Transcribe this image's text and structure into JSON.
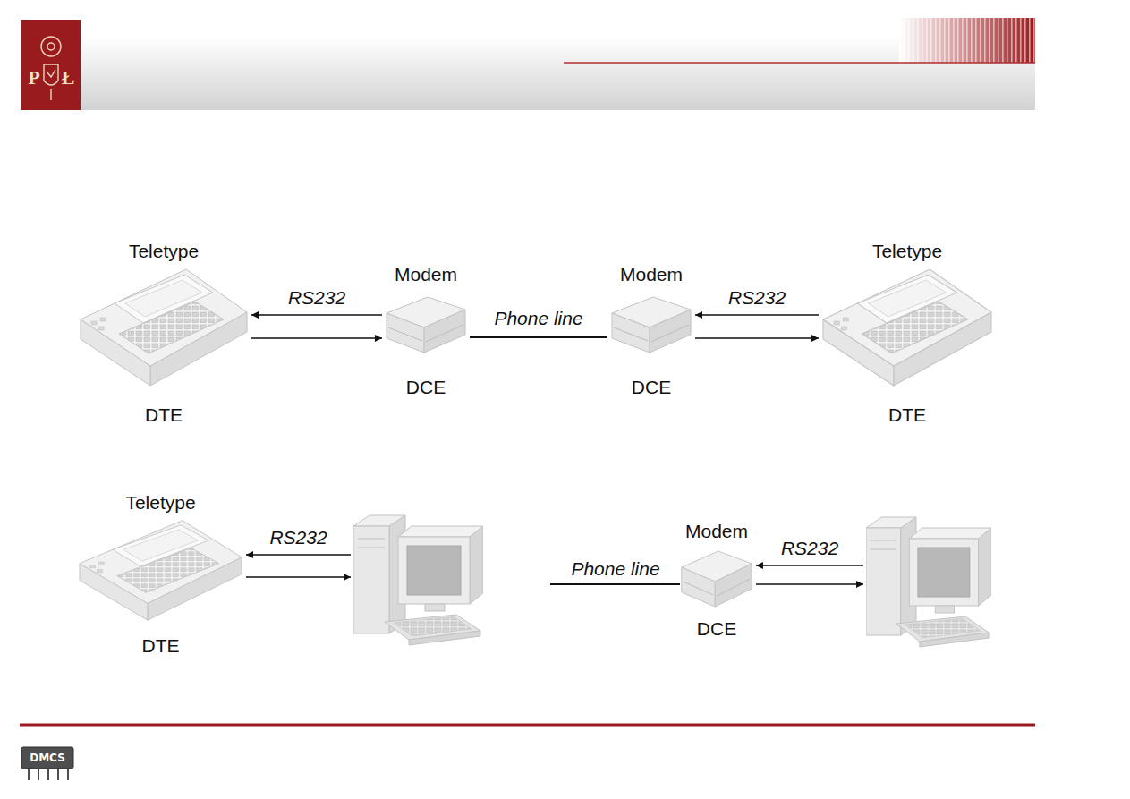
{
  "diagram": {
    "nodes": [
      {
        "text": [
          "Teletype",
          "DTE"
        ]
      },
      {
        "text": [
          "Modem",
          "DCE"
        ]
      },
      {
        "text": [
          "Modem",
          "DCE"
        ]
      },
      {
        "text": [
          "Teletype",
          "DTE"
        ]
      },
      {
        "text": [
          "Teletype",
          "DTE"
        ]
      },
      {
        "text": []
      },
      {
        "text": [
          "Modem",
          "DCE"
        ]
      },
      {
        "text": []
      }
    ],
    "edges": [
      {
        "from": 1,
        "to": 0,
        "arrow": "to",
        "label": "RS232"
      },
      {
        "from": 0,
        "to": 1,
        "arrow": "to"
      },
      {
        "from": 1,
        "to": 2,
        "arrow": "none",
        "label": "Phone line"
      },
      {
        "from": 3,
        "to": 2,
        "arrow": "to",
        "label": "RS232"
      },
      {
        "from": 2,
        "to": 3,
        "arrow": "to"
      },
      {
        "from": 5,
        "to": 4,
        "arrow": "to",
        "label": "RS232"
      },
      {
        "from": 4,
        "to": 5,
        "arrow": "to"
      },
      {
        "from": 7,
        "to": 6,
        "arrow": "to",
        "label": "RS232"
      },
      {
        "from": 6,
        "to": 7,
        "arrow": "to"
      }
    ],
    "labels": [
      "Phone line",
      "P",
      "Ł",
      "DMCS"
    ]
  }
}
